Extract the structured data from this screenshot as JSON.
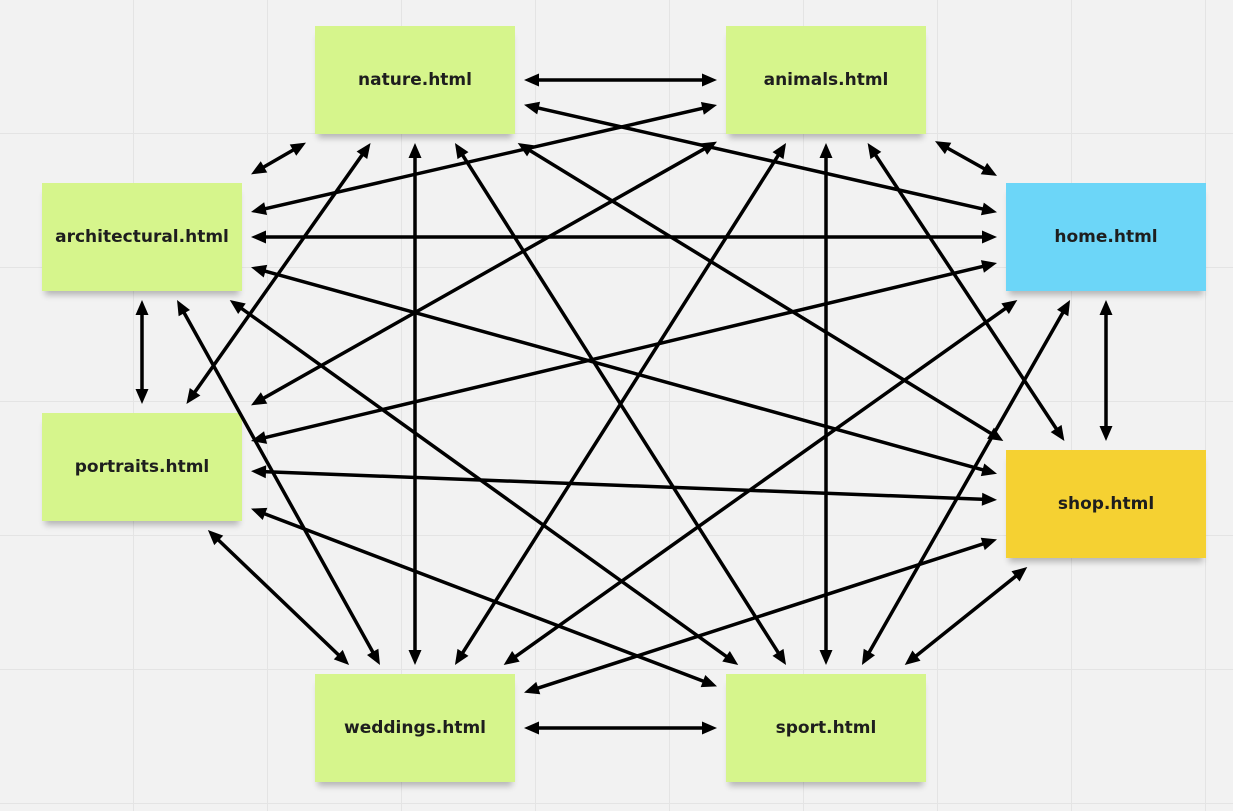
{
  "colors": {
    "page": "#d6f58c",
    "home": "#6cd6f8",
    "shop": "#f5d132",
    "arrow": "#000000"
  },
  "notes": {
    "nature": {
      "label": "nature.html"
    },
    "animals": {
      "label": "animals.html"
    },
    "architectural": {
      "label": "architectural.html"
    },
    "home": {
      "label": "home.html"
    },
    "portraits": {
      "label": "portraits.html"
    },
    "shop": {
      "label": "shop.html"
    },
    "weddings": {
      "label": "weddings.html"
    },
    "sport": {
      "label": "sport.html"
    }
  },
  "links": [
    [
      "nature",
      "animals"
    ],
    [
      "nature",
      "architectural"
    ],
    [
      "nature",
      "home"
    ],
    [
      "nature",
      "shop"
    ],
    [
      "nature",
      "portraits"
    ],
    [
      "nature",
      "weddings"
    ],
    [
      "nature",
      "sport"
    ],
    [
      "animals",
      "home"
    ],
    [
      "animals",
      "architectural"
    ],
    [
      "animals",
      "portraits"
    ],
    [
      "animals",
      "weddings"
    ],
    [
      "animals",
      "sport"
    ],
    [
      "animals",
      "shop"
    ],
    [
      "architectural",
      "home"
    ],
    [
      "architectural",
      "portraits"
    ],
    [
      "architectural",
      "shop"
    ],
    [
      "architectural",
      "weddings"
    ],
    [
      "architectural",
      "sport"
    ],
    [
      "home",
      "shop"
    ],
    [
      "home",
      "portraits"
    ],
    [
      "home",
      "weddings"
    ],
    [
      "home",
      "sport"
    ],
    [
      "portraits",
      "shop"
    ],
    [
      "portraits",
      "weddings"
    ],
    [
      "portraits",
      "sport"
    ],
    [
      "shop",
      "weddings"
    ],
    [
      "shop",
      "sport"
    ],
    [
      "weddings",
      "sport"
    ]
  ]
}
